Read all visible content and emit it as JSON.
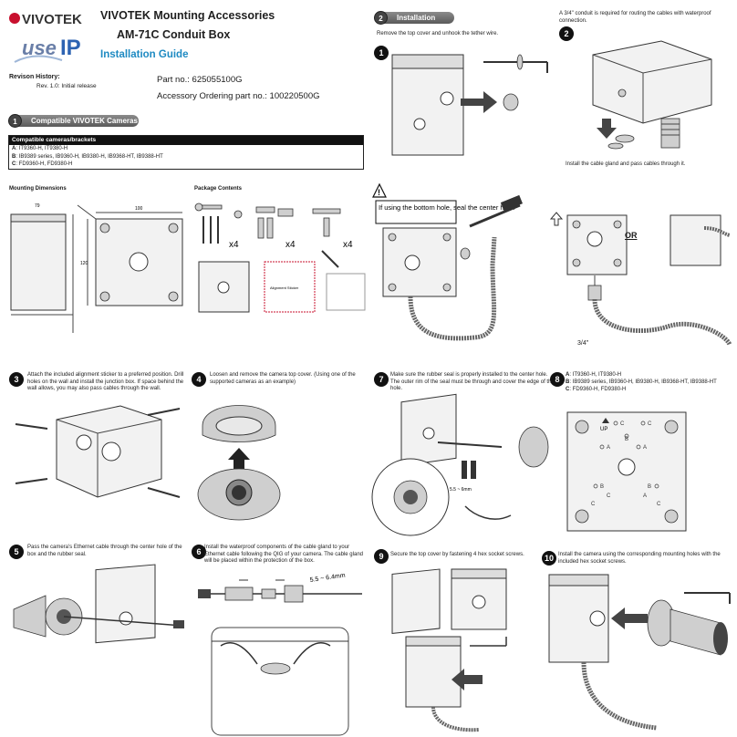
{
  "header": {
    "brand": "VIVOTEK",
    "use_ip": "use-IP",
    "title": "VIVOTEK Mounting Accessories",
    "subtitle": "AM-71C Conduit Box",
    "guide": "Installation Guide",
    "revision_heading": "Revison History:",
    "revision_line": "Rev. 1.0: Initial release",
    "part_no": "Part no.: 625055100G",
    "ordering_part_no": "Accessory Ordering part no.: 100220500G"
  },
  "compat": {
    "number": "1",
    "title": "Compatible VIVOTEK Cameras",
    "table_heading": "Compatible cameras/brackets",
    "lines": [
      {
        "key": "A",
        "text": ": IT9360-H, IT9380-H"
      },
      {
        "key": "B",
        "text": ": IB9389 series, IB9360-H, IB9380-H, IB9368-HT, IB9388-HT"
      },
      {
        "key": "C",
        "text": ": FD9360-H, FD9380-H"
      }
    ]
  },
  "dimensions": {
    "label": "Mounting Dimensions",
    "width_label": "79",
    "depth_label": "100",
    "height_label": "120"
  },
  "package": {
    "label": "Package Contents",
    "qty1": "x4",
    "qty2": "x4",
    "qty3": "x4",
    "sticker_label": "Alignment Sticker"
  },
  "installation": {
    "number": "2",
    "title": "Installation",
    "step1_text": "Remove the top cover and unhook the tether wire.",
    "step2_text": "A 3/4\" conduit is required for routing the cables with waterproof connection.",
    "step2_caption": "Install the cable gland and pass cables through it.",
    "warning": "If using the bottom hole, seal the center hole.",
    "or_label": "OR",
    "conduit_label": "3/4\"",
    "up_label": "UP"
  },
  "steps": [
    {
      "n": "1"
    },
    {
      "n": "2"
    },
    {
      "n": "3",
      "text": "Attach the included alignment sticker to a preferred position. Drill holes on the wall and install the junction box. If space behind the wall allows, you may also pass cables through the wall."
    },
    {
      "n": "4",
      "text": "Loosen and remove the camera top cover. (Using one of the supported cameras as an example)"
    },
    {
      "n": "5",
      "text": "Pass the camera's Ethernet cable through the center hole of the box and the rubber seal."
    },
    {
      "n": "6",
      "text": "Install the waterproof components of the cable gland to your Ethernet cable following the QIG of your camera. The cable gland will be placed within the protection of the box."
    },
    {
      "n": "7",
      "text": "Make sure the rubber seal is properly installed to the center hole. The outer rim of the seal must be through and cover the edge of the hole."
    },
    {
      "n": "8",
      "lines": [
        {
          "key": "A",
          "text": ": IT9360-H, IT9380-H"
        },
        {
          "key": "B",
          "text": ": IB9389 series, IB9360-H, IB9380-H, IB9368-HT, IB9388-HT"
        },
        {
          "key": "C",
          "text": ": FD9360-H, FD9380-H"
        }
      ]
    },
    {
      "n": "9",
      "text": "Secure the top cover by fastening 4 hex socket screws."
    },
    {
      "n": "10",
      "text": "Install the camera using the corresponding mounting holes with the included hex socket screws."
    }
  ],
  "misc": {
    "strip_length": "5.5 ~ 6mm",
    "strip_length_2": "5.5 ~ 6.4mm"
  }
}
